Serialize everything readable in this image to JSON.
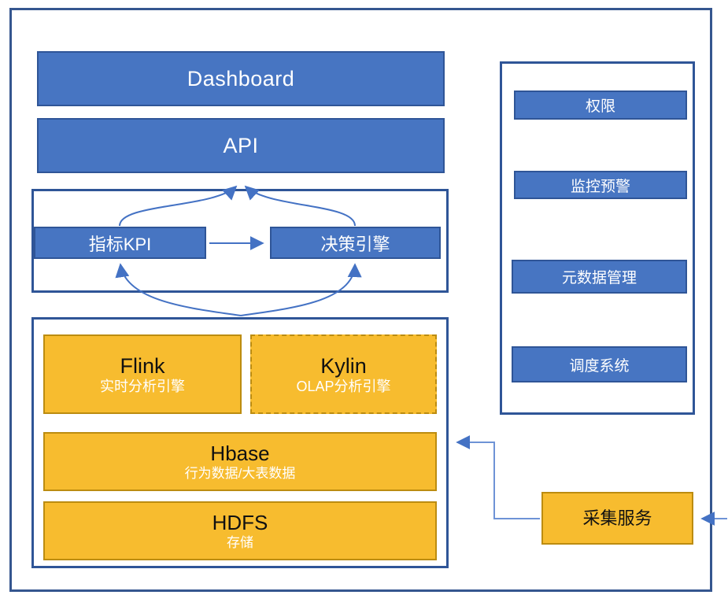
{
  "colors": {
    "blue_fill": "#4775C2",
    "blue_border": "#2F5597",
    "outer_border": "#35568F",
    "orange_fill": "#F7BC2F",
    "orange_border": "#BC8C10",
    "arrow": "#4472C4",
    "elbow_arrow": "#6E93D6"
  },
  "top": {
    "dashboard_label": "Dashboard",
    "api_label": "API"
  },
  "kpi_section": {
    "kpi_label": "指标KPI",
    "decision_label": "决策引擎"
  },
  "analytics_stack": {
    "flink": {
      "title": "Flink",
      "subtitle": "实时分析引擎"
    },
    "kylin": {
      "title": "Kylin",
      "subtitle": "OLAP分析引擎"
    },
    "hbase": {
      "title": "Hbase",
      "subtitle": "行为数据/大表数据"
    },
    "hdfs": {
      "title": "HDFS",
      "subtitle": "存储"
    }
  },
  "right_panel": {
    "items": [
      {
        "label": "权限"
      },
      {
        "label": "监控预警"
      },
      {
        "label": "元数据管理"
      },
      {
        "label": "调度系统"
      }
    ]
  },
  "collect_service": {
    "label": "采集服务"
  }
}
